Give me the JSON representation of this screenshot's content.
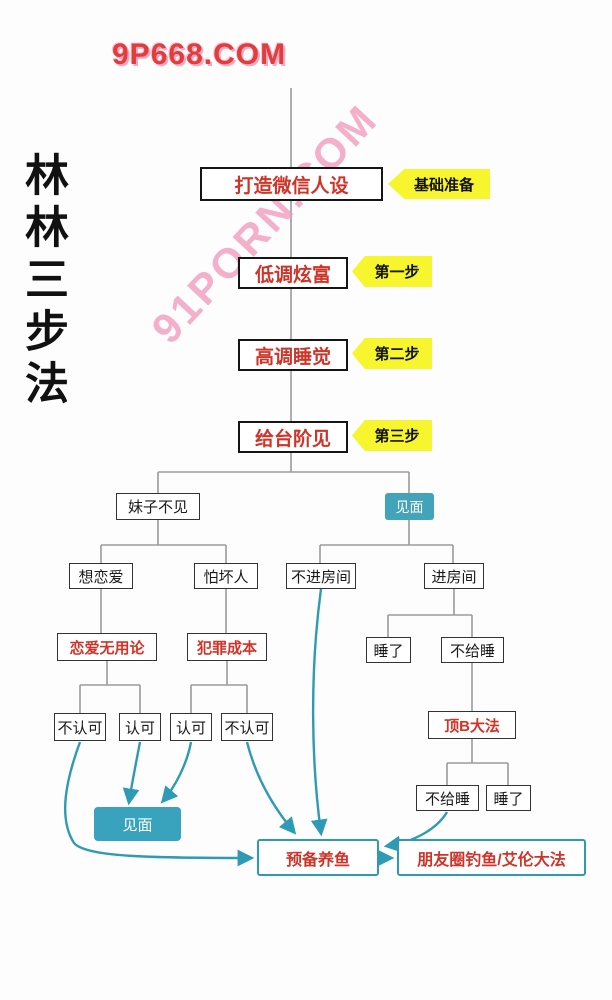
{
  "watermarks": {
    "top": "9P668.COM",
    "diagonal": "91PORN.COM"
  },
  "side_title": "林林三步法",
  "colors": {
    "red_text": "#cf3429",
    "teal_accent": "#2e9ab4",
    "teal_fill": "#43a3b8",
    "yellow_tag": "#f7f52e",
    "line_gray": "#9b9b9b"
  },
  "steps": [
    {
      "label": "打造微信人设",
      "tag": "基础准备"
    },
    {
      "label": "低调炫富",
      "tag": "第一步"
    },
    {
      "label": "高调睡觉",
      "tag": "第二步"
    },
    {
      "label": "给台阶见",
      "tag": "第三步"
    }
  ],
  "nodes": {
    "meizi_bujian": "妹子不见",
    "jianmian_top": "见面",
    "xiang_lianai": "想恋爱",
    "pa_huairen": "怕坏人",
    "lianai_wuyonglun": "恋爱无用论",
    "fanzui_chengben": "犯罪成本",
    "burenke_left": "不认可",
    "renke_left": "认可",
    "renke_right": "认可",
    "burenke_right": "不认可",
    "bujin_fangjian": "不进房间",
    "jin_fangjian": "进房间",
    "shuile_top": "睡了",
    "bugeishui_top": "不给睡",
    "dingb_dafa": "顶B大法",
    "bugeishui_bottom": "不给睡",
    "shuile_bottom": "睡了",
    "jianmian_bottom": "见面",
    "yubei_yangyu": "预备养鱼",
    "pengyouquan_dafa": "朋友圈钓鱼/艾伦大法"
  },
  "edges": [
    [
      "打造微信人设",
      "低调炫富"
    ],
    [
      "低调炫富",
      "高调睡觉"
    ],
    [
      "高调睡觉",
      "给台阶见"
    ],
    [
      "给台阶见",
      "妹子不见"
    ],
    [
      "给台阶见",
      "见面"
    ],
    [
      "妹子不见",
      "想恋爱"
    ],
    [
      "妹子不见",
      "怕坏人"
    ],
    [
      "想恋爱",
      "恋爱无用论"
    ],
    [
      "怕坏人",
      "犯罪成本"
    ],
    [
      "恋爱无用论",
      "不认可"
    ],
    [
      "恋爱无用论",
      "认可"
    ],
    [
      "犯罪成本",
      "认可"
    ],
    [
      "犯罪成本",
      "不认可"
    ],
    [
      "认可",
      "见面"
    ],
    [
      "不认可",
      "预备养鱼"
    ],
    [
      "见面",
      "不进房间"
    ],
    [
      "见面",
      "进房间"
    ],
    [
      "进房间",
      "睡了"
    ],
    [
      "进房间",
      "不给睡"
    ],
    [
      "不给睡",
      "顶B大法"
    ],
    [
      "顶B大法",
      "不给睡"
    ],
    [
      "顶B大法",
      "睡了"
    ],
    [
      "不进房间",
      "预备养鱼"
    ],
    [
      "不给睡",
      "预备养鱼"
    ],
    [
      "预备养鱼",
      "朋友圈钓鱼/艾伦大法"
    ]
  ]
}
